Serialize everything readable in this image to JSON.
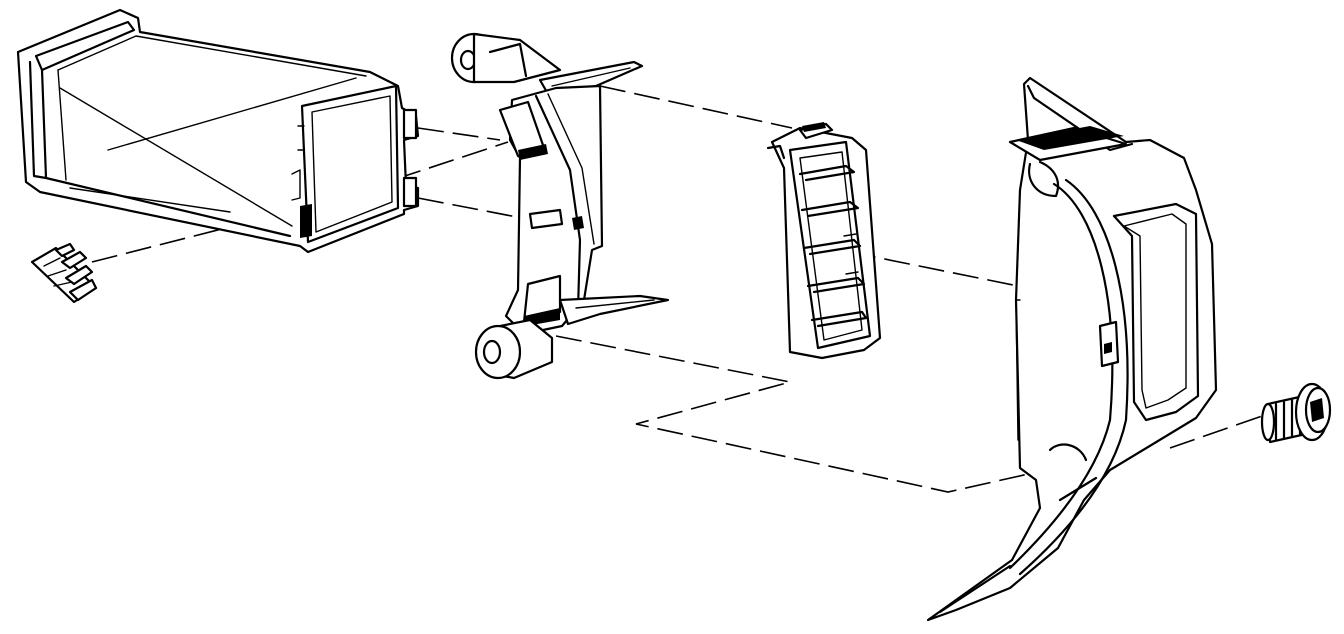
{
  "diagram": {
    "type": "exploded-assembly",
    "parts": [
      {
        "id": "air-duct",
        "icon": "duct-icon"
      },
      {
        "id": "wiring-connector",
        "icon": "connector-icon"
      },
      {
        "id": "vent-housing",
        "icon": "bracket-icon"
      },
      {
        "id": "vent-grille",
        "icon": "grille-icon"
      },
      {
        "id": "trim-panel",
        "icon": "panel-icon"
      },
      {
        "id": "screw",
        "icon": "screw-icon"
      }
    ],
    "colors": {
      "line": "#000000",
      "background": "#ffffff"
    }
  }
}
